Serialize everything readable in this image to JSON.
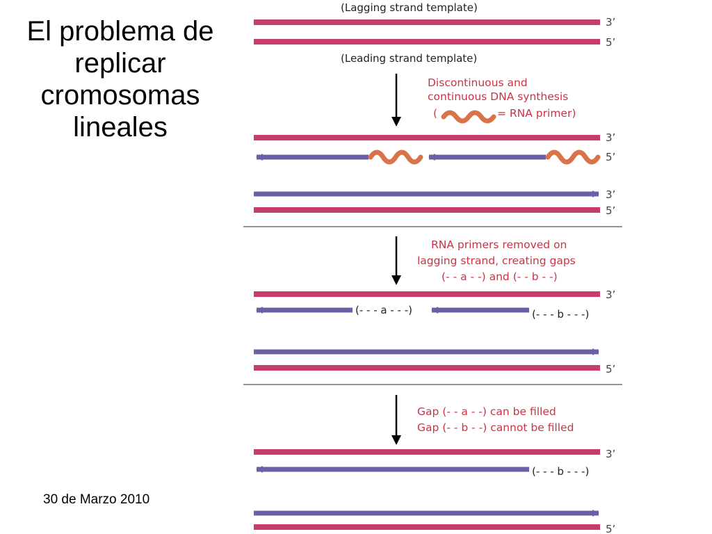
{
  "slide": {
    "title_lines": [
      "El problema de",
      "replicar",
      "cromosomas",
      "lineales"
    ],
    "date": "30 de Marzo 2010"
  },
  "diagram": {
    "top_labels": {
      "lagging_template": "(Lagging strand template)",
      "leading_template": "(Leading strand template)"
    },
    "stage1": {
      "caption_lines": [
        "Discontinuous and",
        "continuous DNA synthesis"
      ],
      "primer_key_open": "(",
      "primer_key_close": "= RNA primer)"
    },
    "stage2": {
      "caption_lines": [
        "RNA primers removed on",
        "lagging strand, creating gaps",
        "(- - a - -) and (- - b - -)"
      ],
      "gap_a": "(- - - a - - -)",
      "gap_b": "(- - - b - - -)"
    },
    "stage3": {
      "caption_lines": [
        "Gap (- - a - -) can be filled",
        "Gap (- - b - -) cannot be filled"
      ],
      "gap_b": "(- - - b - - -)"
    },
    "end_labels": {
      "three_prime": "3’",
      "five_prime": "5’"
    },
    "colors": {
      "template_strand": "#c43d6e",
      "new_strand": "#6b5fa6",
      "rna_primer": "#d9744a",
      "caption_text": "#cc3344"
    }
  }
}
